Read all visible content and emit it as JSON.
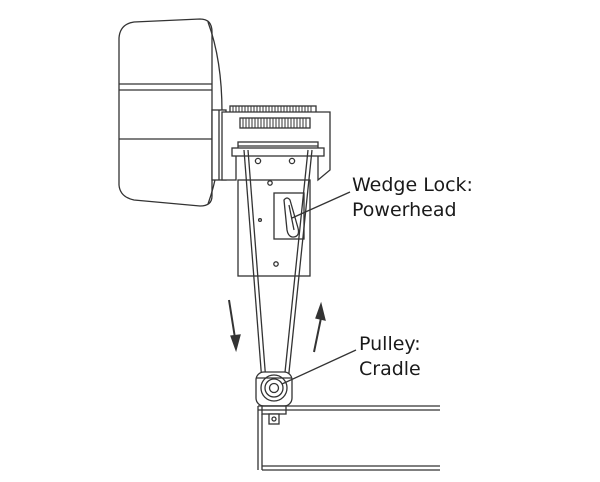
{
  "callouts": {
    "wedge_lock": {
      "line1": "Wedge Lock:",
      "line2": "Powerhead"
    },
    "pulley": {
      "line1": "Pulley:",
      "line2": "Cradle"
    }
  },
  "colors": {
    "line": "#333333",
    "fill": "#ffffff"
  }
}
